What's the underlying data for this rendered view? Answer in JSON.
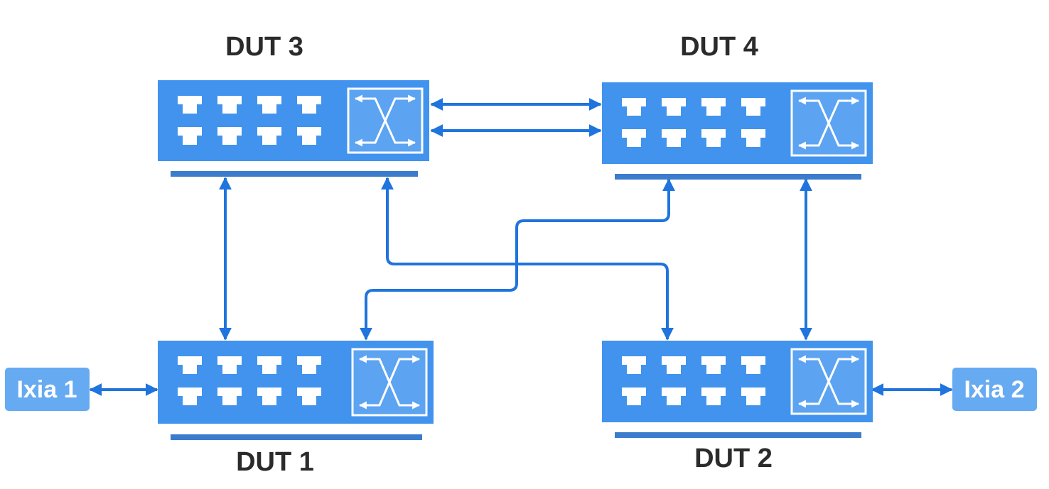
{
  "colors": {
    "switch_body": "#4193ee",
    "switch_base": "#3b7ccc",
    "crossbar_box": "#5ca3f2",
    "ixia_box": "#66aaf2",
    "link": "#1f74dd",
    "label": "#2b2b2b"
  },
  "devices": {
    "dut1": {
      "label": "DUT 1",
      "icon": "network-switch-icon"
    },
    "dut2": {
      "label": "DUT 2",
      "icon": "network-switch-icon"
    },
    "dut3": {
      "label": "DUT 3",
      "icon": "network-switch-icon"
    },
    "dut4": {
      "label": "DUT 4",
      "icon": "network-switch-icon"
    }
  },
  "testers": {
    "ixia1": {
      "label": "Ixia 1"
    },
    "ixia2": {
      "label": "Ixia 2"
    }
  },
  "links": [
    {
      "from": "DUT 3",
      "to": "DUT 4"
    },
    {
      "from": "DUT 3",
      "to": "DUT 4"
    },
    {
      "from": "DUT 3",
      "to": "DUT 1"
    },
    {
      "from": "DUT 3",
      "to": "DUT 2"
    },
    {
      "from": "DUT 4",
      "to": "DUT 1"
    },
    {
      "from": "DUT 4",
      "to": "DUT 2"
    },
    {
      "from": "Ixia 1",
      "to": "DUT 1"
    },
    {
      "from": "DUT 2",
      "to": "Ixia 2"
    }
  ]
}
